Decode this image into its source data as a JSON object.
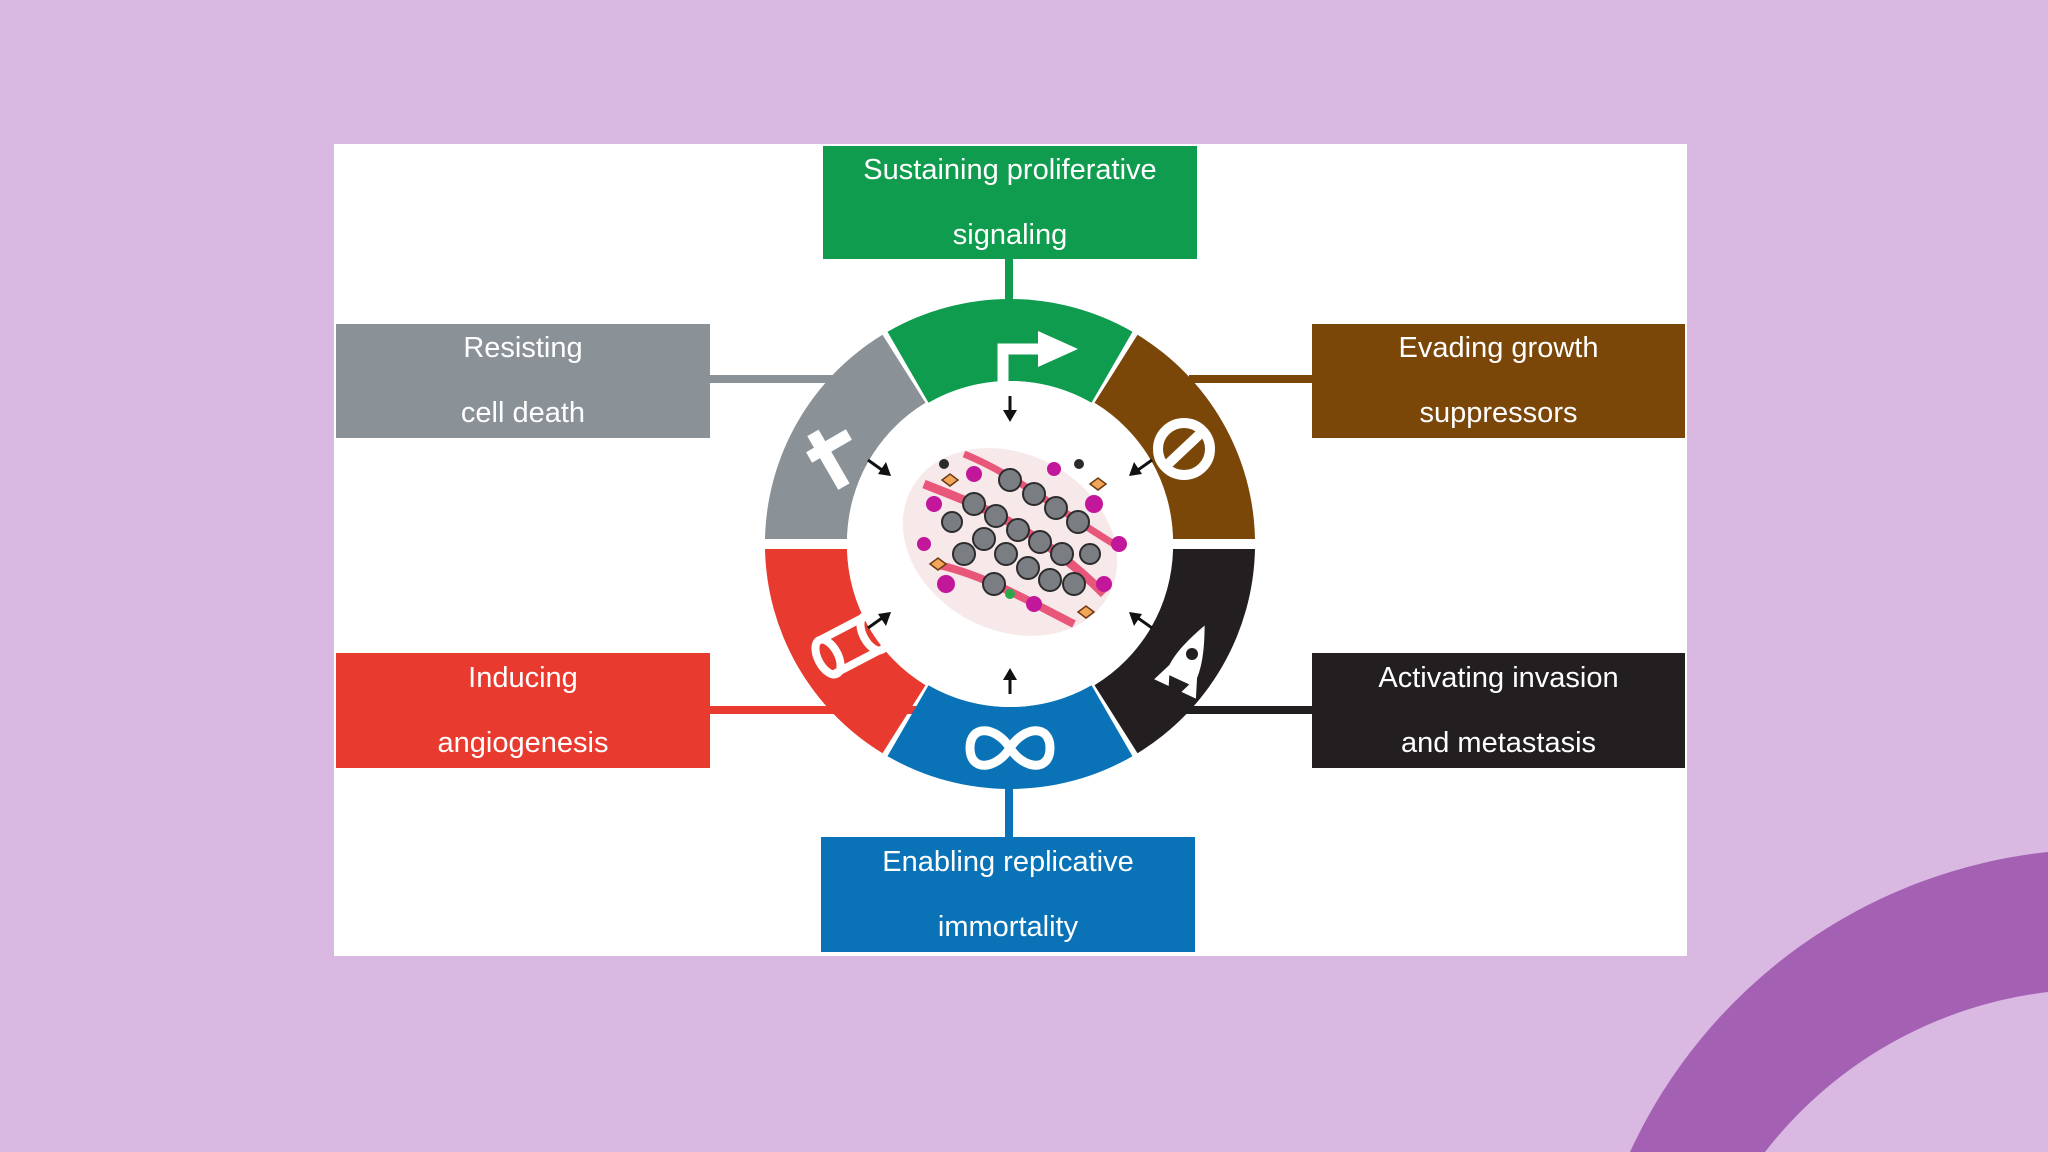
{
  "diagram": {
    "center_color": "#ffffff",
    "hallmarks": [
      {
        "id": "sustaining",
        "line1": "Sustaining proliferative",
        "line2": "signaling",
        "color": "#109c4f",
        "icon": "bent-arrow-icon"
      },
      {
        "id": "evading",
        "line1": "Evading growth",
        "line2": "suppressors",
        "color": "#7b4709",
        "icon": "prohibition-icon"
      },
      {
        "id": "invasion",
        "line1": "Activating invasion",
        "line2": "and metastasis",
        "color": "#231f20",
        "icon": "rocket-icon"
      },
      {
        "id": "immortality",
        "line1": "Enabling replicative",
        "line2": "immortality",
        "color": "#0a73b7",
        "icon": "infinity-icon"
      },
      {
        "id": "angiogenesis",
        "line1": "Inducing",
        "line2": "angiogenesis",
        "color": "#e83a2e",
        "icon": "vessel-icon"
      },
      {
        "id": "cell-death",
        "line1": "Resisting",
        "line2": "cell death",
        "color": "#8a9298",
        "icon": "cross-icon"
      }
    ]
  },
  "background": {
    "page": "#d9b8e1",
    "accent_arc": "#a461b4"
  }
}
